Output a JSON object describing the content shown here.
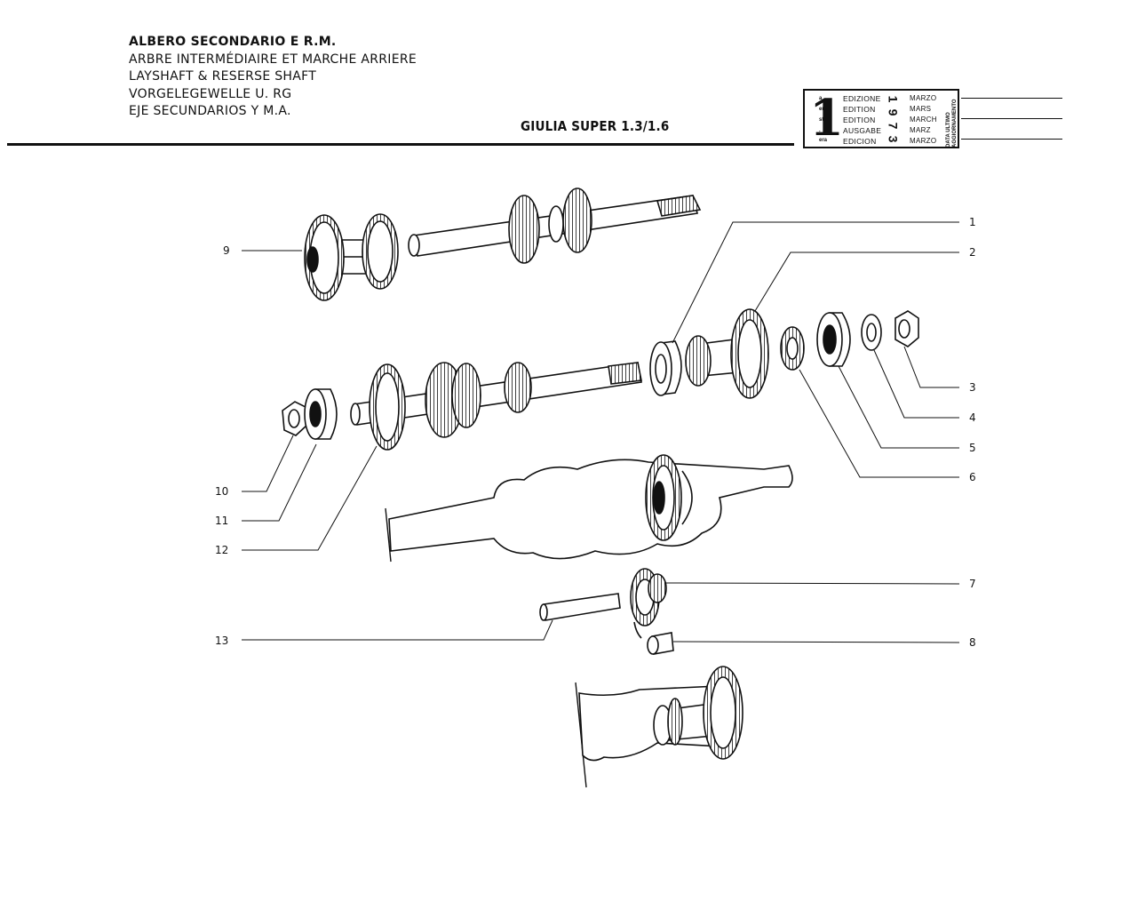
{
  "header": {
    "titles": [
      "ALBERO SECONDARIO E R.M.",
      "ARBRE INTERMÉDIAIRE ET MARCHE ARRIERE",
      "LAYSHAFT & RESERSE SHAFT",
      "VORGELEGEWELLE U. RG",
      "EJE SECUNDARIOS Y M.A."
    ],
    "model": "GIULIA SUPER 1.3/1.6"
  },
  "edition": {
    "number": "1",
    "superscripts": [
      "a",
      "ere",
      "st",
      ".",
      "era"
    ],
    "words": [
      "EDIZIONE",
      "EDITION",
      "EDITION",
      "AUSGABE",
      "EDICION"
    ],
    "months": [
      "MARZO",
      "MARS",
      "MARCH",
      "MARZ",
      "MARZO"
    ],
    "year_digits": [
      "1",
      "9",
      "7",
      "3"
    ],
    "side_labels": [
      "DATA ULTIMO",
      "AGGIORNAMENTO"
    ]
  },
  "callouts": [
    {
      "id": "c1",
      "label": "1"
    },
    {
      "id": "c2",
      "label": "2"
    },
    {
      "id": "c3",
      "label": "3"
    },
    {
      "id": "c4",
      "label": "4"
    },
    {
      "id": "c5",
      "label": "5"
    },
    {
      "id": "c6",
      "label": "6"
    },
    {
      "id": "c7",
      "label": "7"
    },
    {
      "id": "c8",
      "label": "8"
    },
    {
      "id": "c9",
      "label": "9"
    },
    {
      "id": "c10",
      "label": "10"
    },
    {
      "id": "c11",
      "label": "11"
    },
    {
      "id": "c12",
      "label": "12"
    },
    {
      "id": "c13",
      "label": "13"
    }
  ]
}
